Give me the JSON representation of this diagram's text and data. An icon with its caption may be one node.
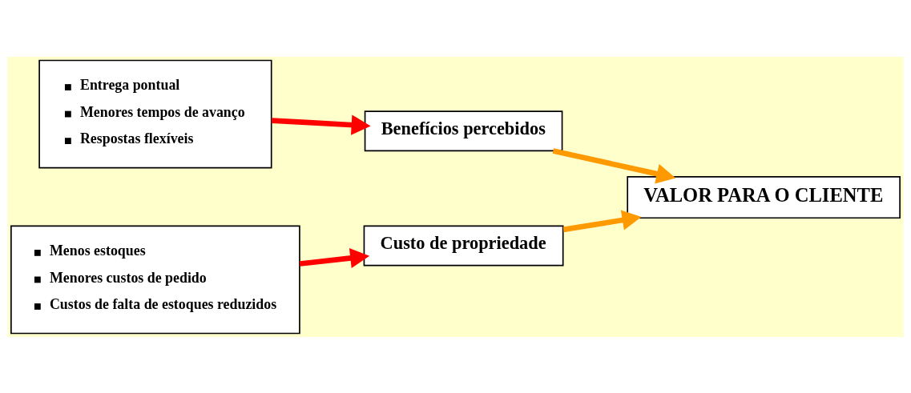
{
  "diagram": {
    "nodes": [
      {
        "text": [
          "Entrega pontual",
          "Menores tempos de avanço",
          "Respostas flexíveis"
        ]
      },
      {
        "text": [
          "Menos estoques",
          "Menores custos de pedido",
          "Custos de falta de estoques reduzidos"
        ]
      },
      {
        "text": [
          "Benefícios percebidos"
        ]
      },
      {
        "text": [
          "Custo de propriedade"
        ]
      },
      {
        "text": [
          "VALOR PARA O CLIENTE"
        ]
      }
    ],
    "edges": [
      {
        "from": 0,
        "to": 2,
        "arrow": "to",
        "color": "#ff0000"
      },
      {
        "from": 1,
        "to": 3,
        "arrow": "to",
        "color": "#ff0000"
      },
      {
        "from": 2,
        "to": 4,
        "arrow": "to",
        "color": "#ff9900"
      },
      {
        "from": 3,
        "to": 4,
        "arrow": "to",
        "color": "#ff9900"
      }
    ]
  }
}
